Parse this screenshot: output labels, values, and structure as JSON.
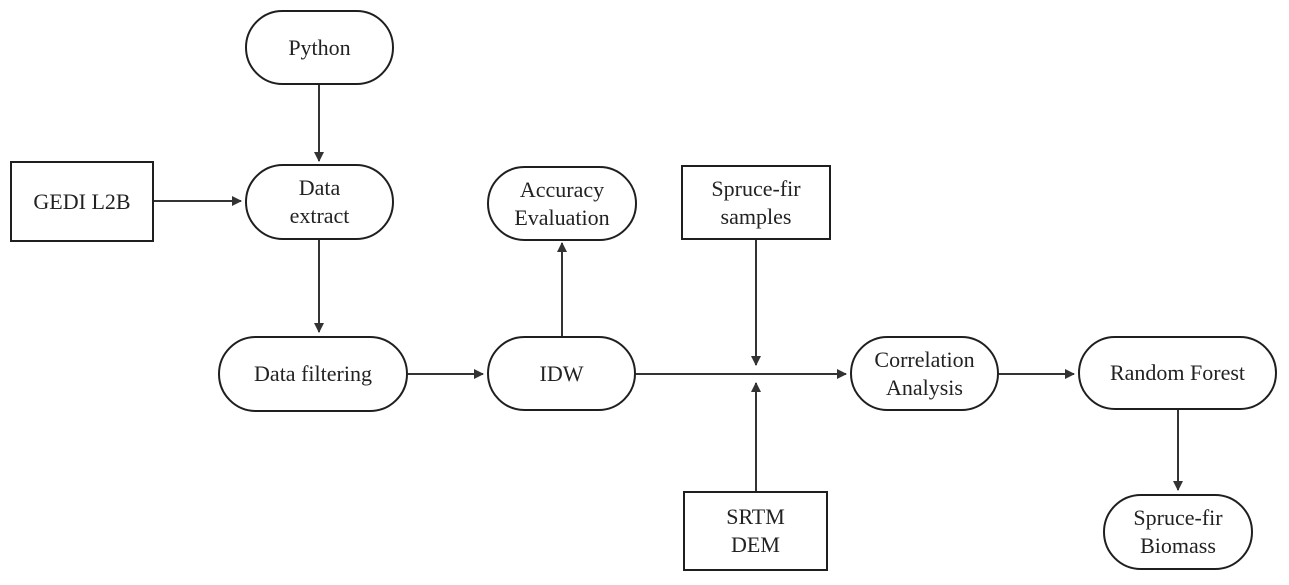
{
  "diagram": {
    "nodes": {
      "python": {
        "label": "Python"
      },
      "gedi": {
        "label": "GEDI L2B"
      },
      "extract": {
        "label": "Data\nextract"
      },
      "filtering": {
        "label": "Data filtering"
      },
      "idw": {
        "label": "IDW"
      },
      "accuracy": {
        "label": "Accuracy\nEvaluation"
      },
      "spruce_samples": {
        "label": "Spruce-fir\nsamples"
      },
      "srtm": {
        "label": "SRTM\nDEM"
      },
      "correlation": {
        "label": "Correlation\nAnalysis"
      },
      "random_forest": {
        "label": "Random Forest"
      },
      "biomass": {
        "label": "Spruce-fir\nBiomass"
      }
    },
    "edges": [
      {
        "from": "python",
        "to": "extract"
      },
      {
        "from": "gedi",
        "to": "extract"
      },
      {
        "from": "extract",
        "to": "filtering"
      },
      {
        "from": "filtering",
        "to": "idw"
      },
      {
        "from": "idw",
        "to": "accuracy"
      },
      {
        "from": "idw",
        "to": "correlation"
      },
      {
        "from": "spruce_samples",
        "to": "correlation"
      },
      {
        "from": "srtm",
        "to": "correlation"
      },
      {
        "from": "correlation",
        "to": "random_forest"
      },
      {
        "from": "random_forest",
        "to": "biomass"
      }
    ]
  }
}
